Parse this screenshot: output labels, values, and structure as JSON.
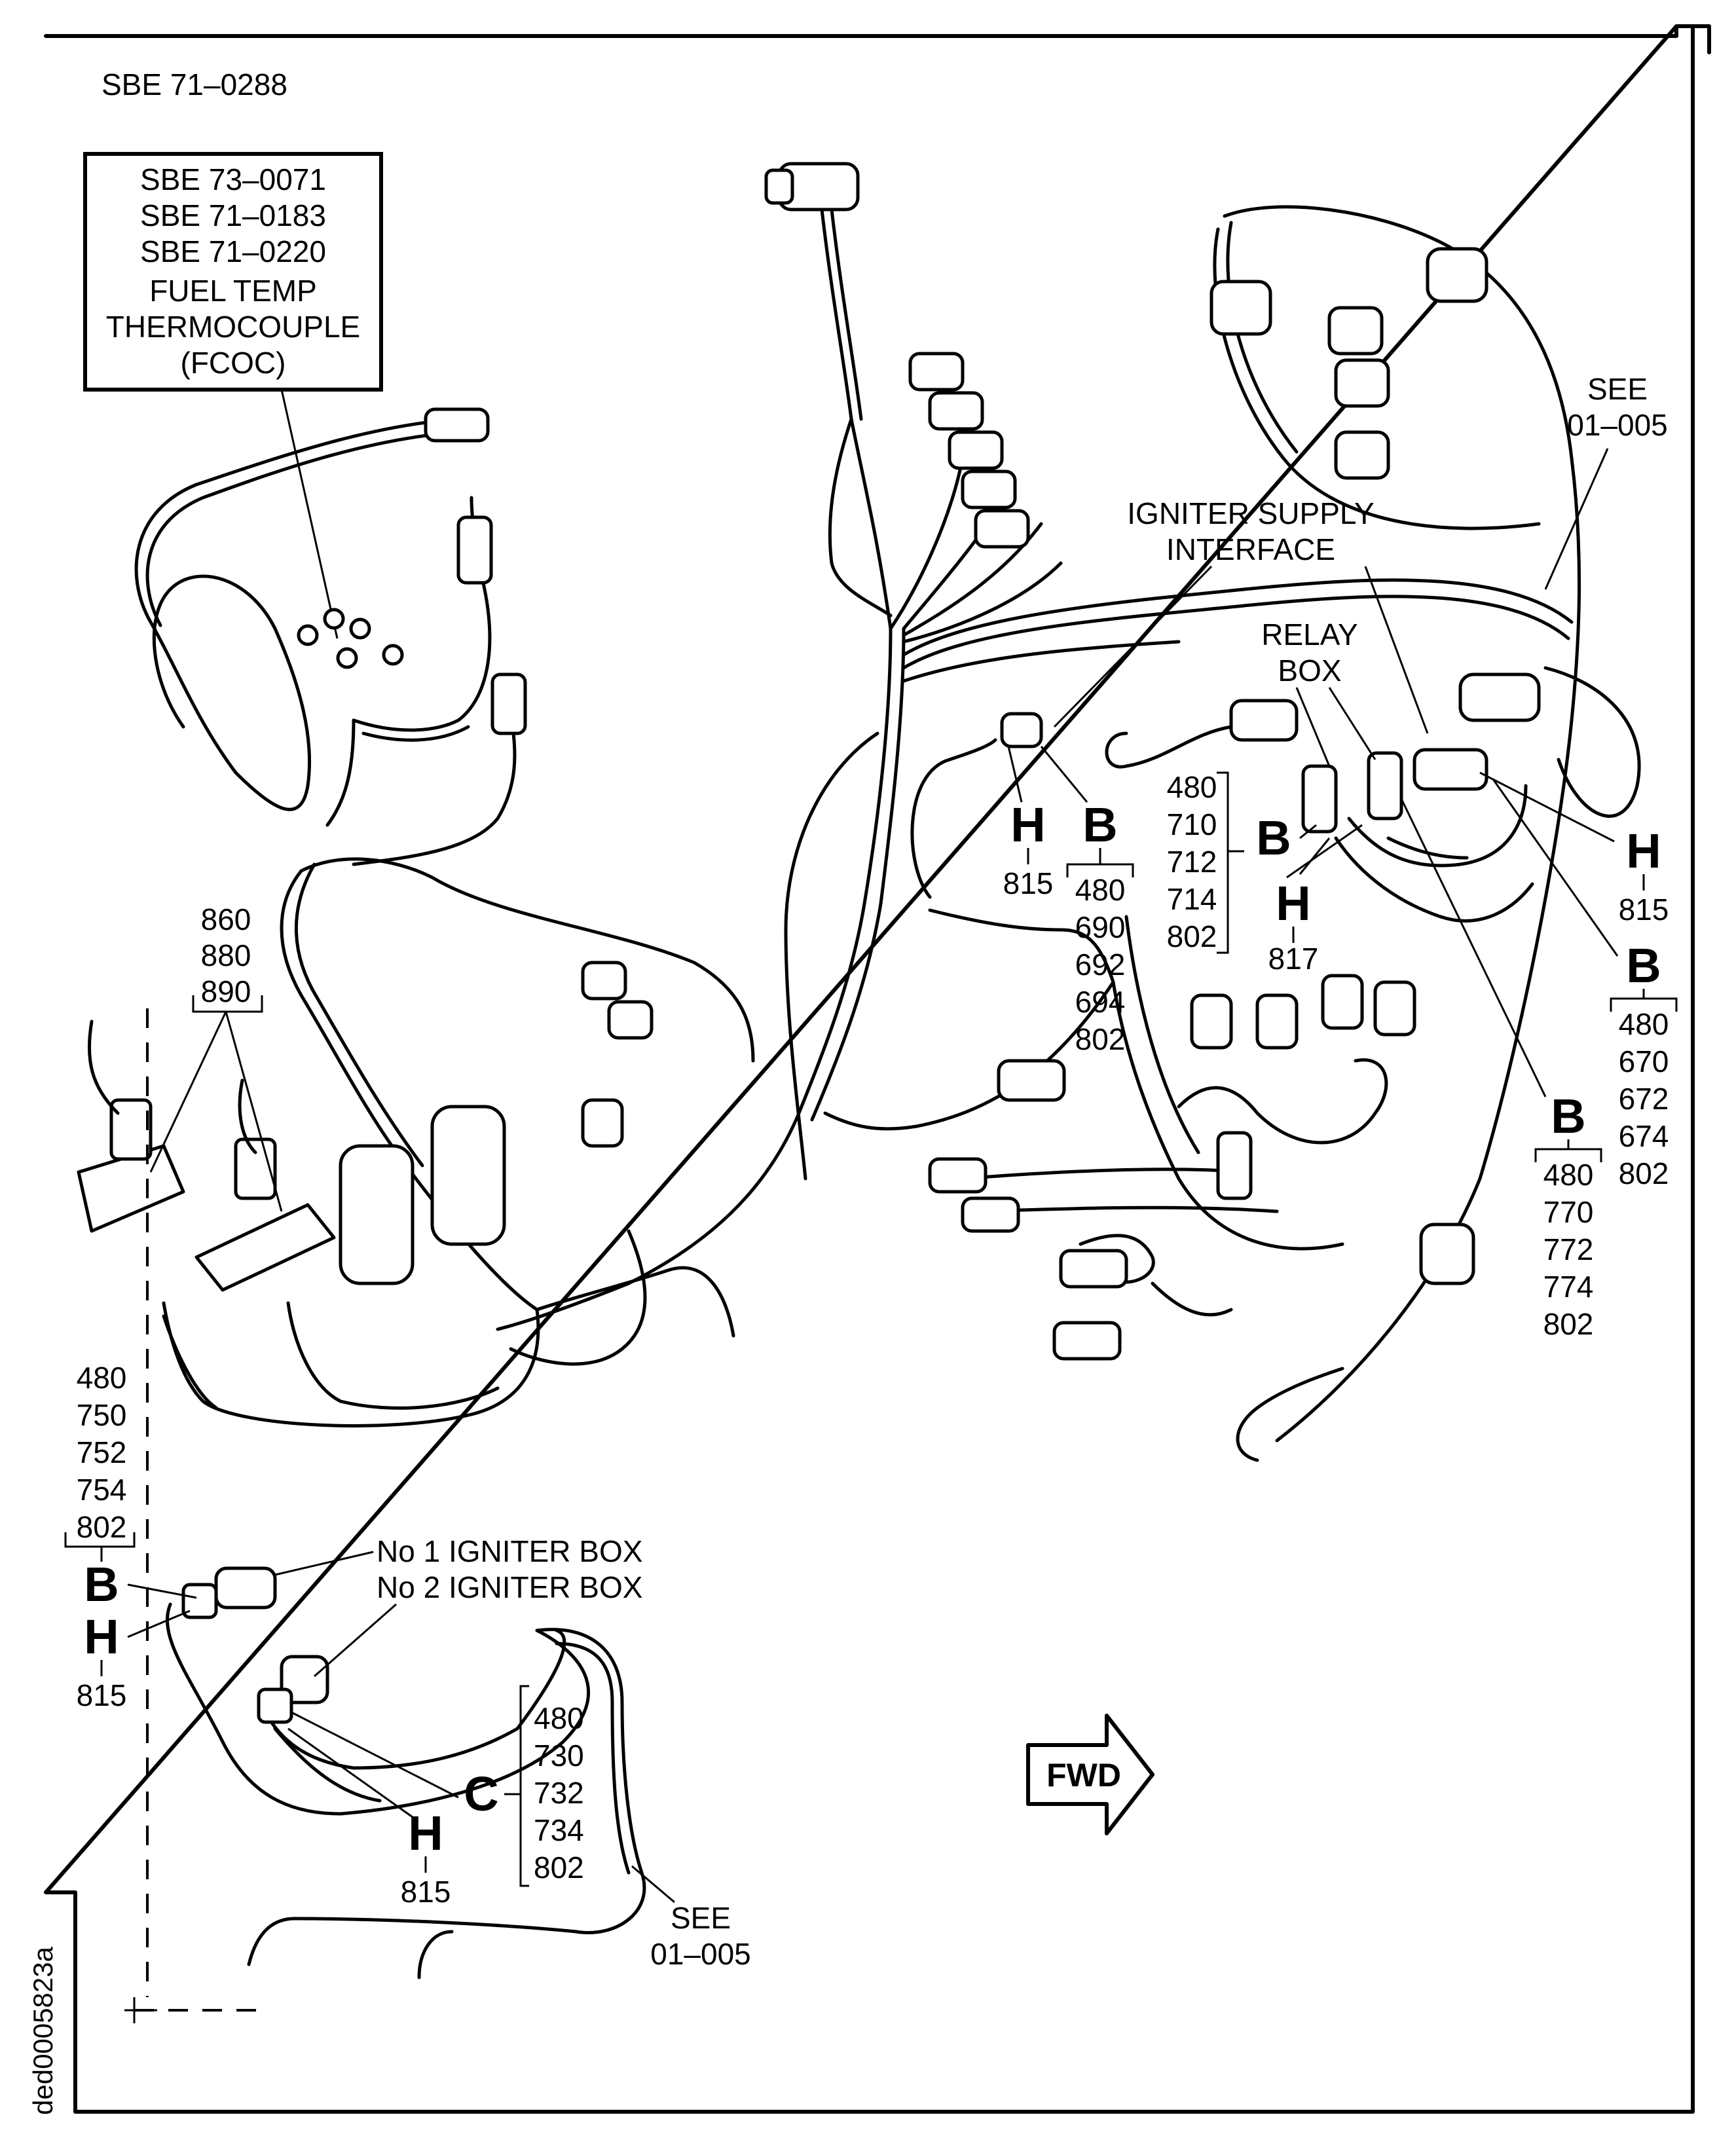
{
  "sbe_top": "SBE 71–0288",
  "callout_box": {
    "lines": [
      "SBE 73–0071",
      "SBE 71–0183",
      "SBE 71–0220",
      "FUEL TEMP",
      "THERMOCOUPLE",
      "(FCOC)"
    ]
  },
  "see_top": [
    "SEE",
    "01–005"
  ],
  "see_bottom": [
    "SEE",
    "01–005"
  ],
  "igniter_supply": [
    "IGNITER SUPPLY",
    "INTERFACE"
  ],
  "relay_box": [
    "RELAY",
    "BOX"
  ],
  "fwd": "FWD",
  "doc_id": "ded0005823a",
  "groups": {
    "clamp_codes": [
      "860",
      "880",
      "890"
    ],
    "left_codes": [
      "480",
      "750",
      "752",
      "754",
      "802"
    ],
    "b_center_codes": [
      "480",
      "690",
      "692",
      "694",
      "802"
    ],
    "b_relay_codes": [
      "480",
      "710",
      "712",
      "714",
      "802"
    ],
    "b_right_codes": [
      "480",
      "670",
      "672",
      "674",
      "802"
    ],
    "b_lower_codes": [
      "480",
      "770",
      "772",
      "774",
      "802"
    ],
    "c_codes": [
      "480",
      "730",
      "732",
      "734",
      "802"
    ]
  },
  "letters": {
    "B": "B",
    "H": "H",
    "C": "C"
  },
  "numbers": {
    "h815": "815",
    "h817": "817"
  },
  "igniter_boxes": [
    "No 1 IGNITER BOX",
    "No 2 IGNITER BOX"
  ]
}
